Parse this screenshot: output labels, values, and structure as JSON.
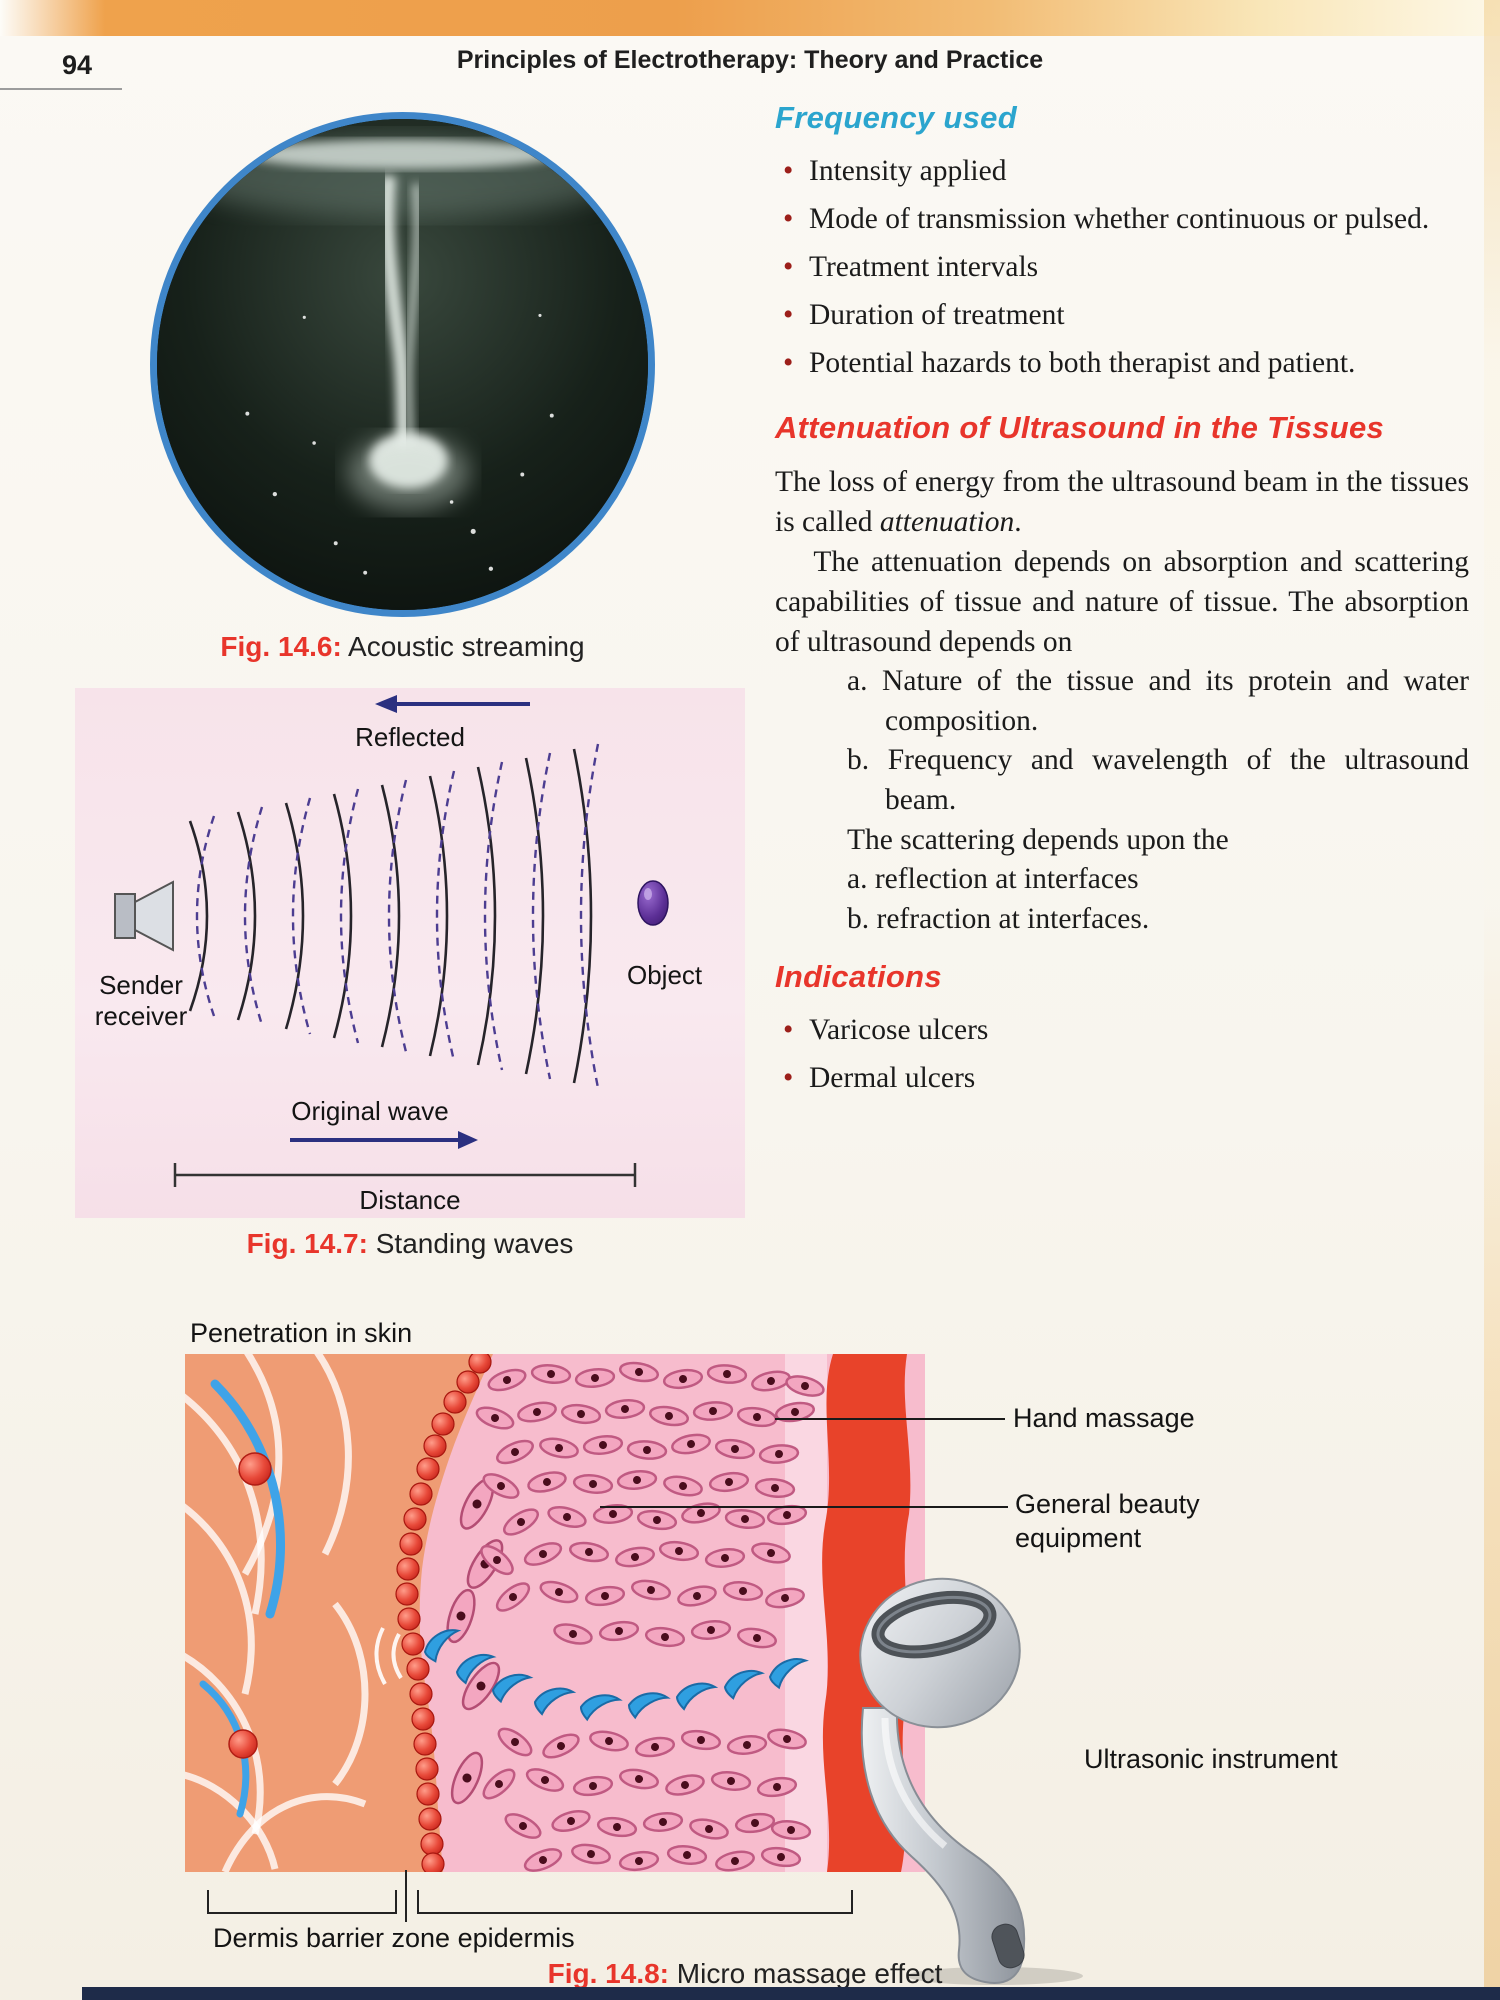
{
  "page": {
    "number": "94",
    "header_title": "Principles of Electrotherapy: Theory and Practice"
  },
  "fig_14_6": {
    "caption_label": "Fig. 14.6:",
    "caption_text": " Acoustic streaming"
  },
  "fig_14_7": {
    "reflected_label": "Reflected",
    "sender_line1": "Sender",
    "sender_line2": "receiver",
    "object_label": "Object",
    "original_wave_label": "Original wave",
    "distance_label": "Distance",
    "caption_label": "Fig. 14.7:",
    "caption_text": " Standing waves"
  },
  "right_column": {
    "frequency_heading": "Frequency used",
    "frequency_bullets": [
      "Intensity applied",
      "Mode of transmission whether continuous or pulsed.",
      "Treatment intervals",
      "Duration of treatment",
      "Potential hazards to both therapist and patient."
    ],
    "attenuation_heading": "Attenuation of Ultrasound in the Tissues",
    "para1_pre": "The loss of energy from the ultrasound beam in the tissues is called ",
    "para1_italic": "attenuation",
    "para1_post": ".",
    "para2": "The attenuation depends on absorption and scattering capabilities of tissue and nature of tissue. The absorption of ultrasound depends on",
    "absorption_items": [
      "a. Nature of the tissue and its protein and water composition.",
      "b. Frequency and wavelength of the ultrasound beam."
    ],
    "para3": "The scattering depends upon the",
    "scattering_items": [
      "a. reflection at interfaces",
      "b. refraction at interfaces."
    ],
    "indications_heading": "Indications",
    "indications_bullets": [
      "Varicose ulcers",
      "Dermal ulcers"
    ]
  },
  "fig_14_8": {
    "top_label": "Penetration in skin",
    "hand_massage_label": "Hand massage",
    "beauty_equipment_label": "General beauty equipment",
    "instrument_label": "Ultrasonic instrument",
    "dermis_label": "Dermis barrier zone epidermis",
    "caption_label": "Fig. 14.8:",
    "caption_text": " Micro massage effect"
  }
}
